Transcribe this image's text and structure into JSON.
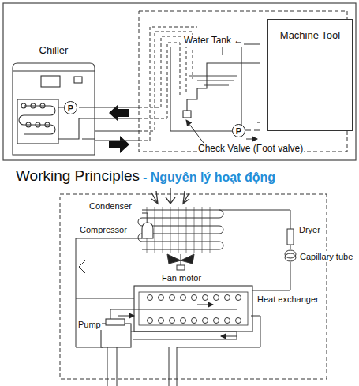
{
  "diagram": {
    "title": "Working Principles",
    "nodes": [
      {
        "text": [
          "Chiller"
        ]
      },
      {
        "text": [
          "P"
        ],
        "in": 0
      },
      {
        "text": [
          "Machine Tool"
        ]
      },
      {
        "text": [
          "P"
        ]
      }
    ],
    "labels": [
      "- Nguyên lý hoạt động",
      "Water Tank ←",
      "Check Valve (Foot valve)",
      "Condenser",
      "Compressor",
      "Dryer",
      "Capillary tube",
      "Fan motor",
      "Heat exchanger",
      "Pump"
    ]
  }
}
